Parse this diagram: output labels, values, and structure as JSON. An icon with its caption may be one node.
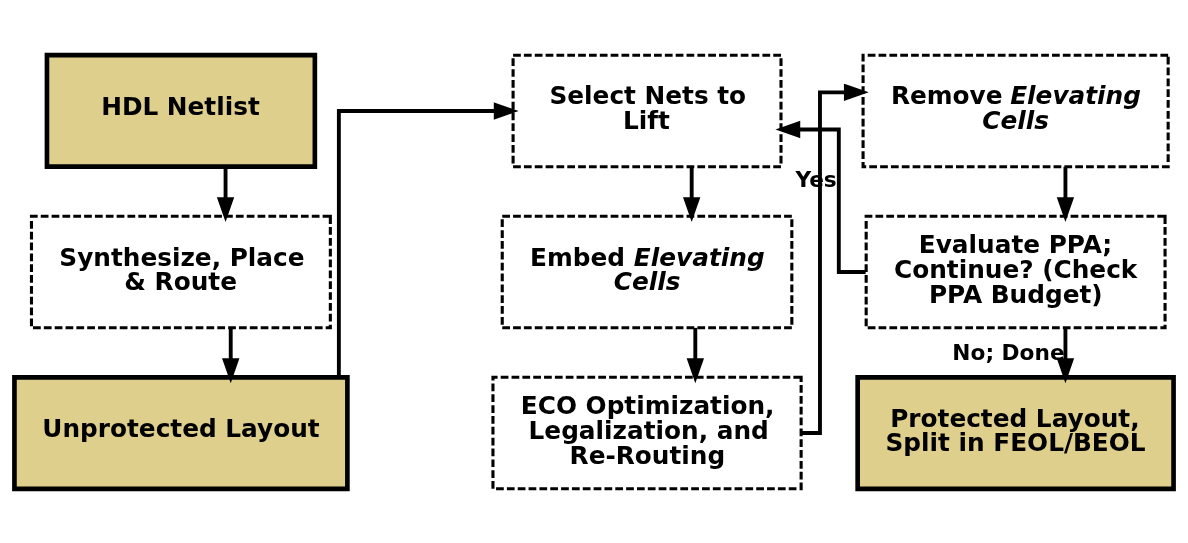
{
  "diagram": {
    "nodes": [
      {
        "text": [
          "HDL Netlist"
        ]
      },
      {
        "text": [
          "Synthesize, Place & Route"
        ]
      },
      {
        "text": [
          "Unprotected Layout"
        ]
      },
      {
        "text": [
          "Select Nets to Lift"
        ]
      },
      {
        "text": [
          "Embed *Elevating Cells*"
        ]
      },
      {
        "text": [
          "ECO Optimization, Legalization, and Re-Routing"
        ]
      },
      {
        "text": [
          "Remove *Elevating Cells*"
        ]
      },
      {
        "text": [
          "Evaluate PPA; Continue? (Check PPA Budget)"
        ]
      },
      {
        "text": [
          "Protected Layout, Split in FEOL/BEOL"
        ]
      }
    ],
    "edges": [
      {
        "from": 0,
        "to": 1,
        "arrow": "to"
      },
      {
        "from": 1,
        "to": 2,
        "arrow": "to"
      },
      {
        "from": 2,
        "to": 3,
        "arrow": "to"
      },
      {
        "from": 3,
        "to": 4,
        "arrow": "to"
      },
      {
        "from": 4,
        "to": 5,
        "arrow": "to"
      },
      {
        "from": 5,
        "to": 6,
        "arrow": "to"
      },
      {
        "from": 6,
        "to": 7,
        "arrow": "to"
      },
      {
        "from": 7,
        "to": 3,
        "arrow": "to",
        "label": "Yes"
      },
      {
        "from": 7,
        "to": 8,
        "arrow": "to",
        "label": "No; Done"
      }
    ]
  }
}
